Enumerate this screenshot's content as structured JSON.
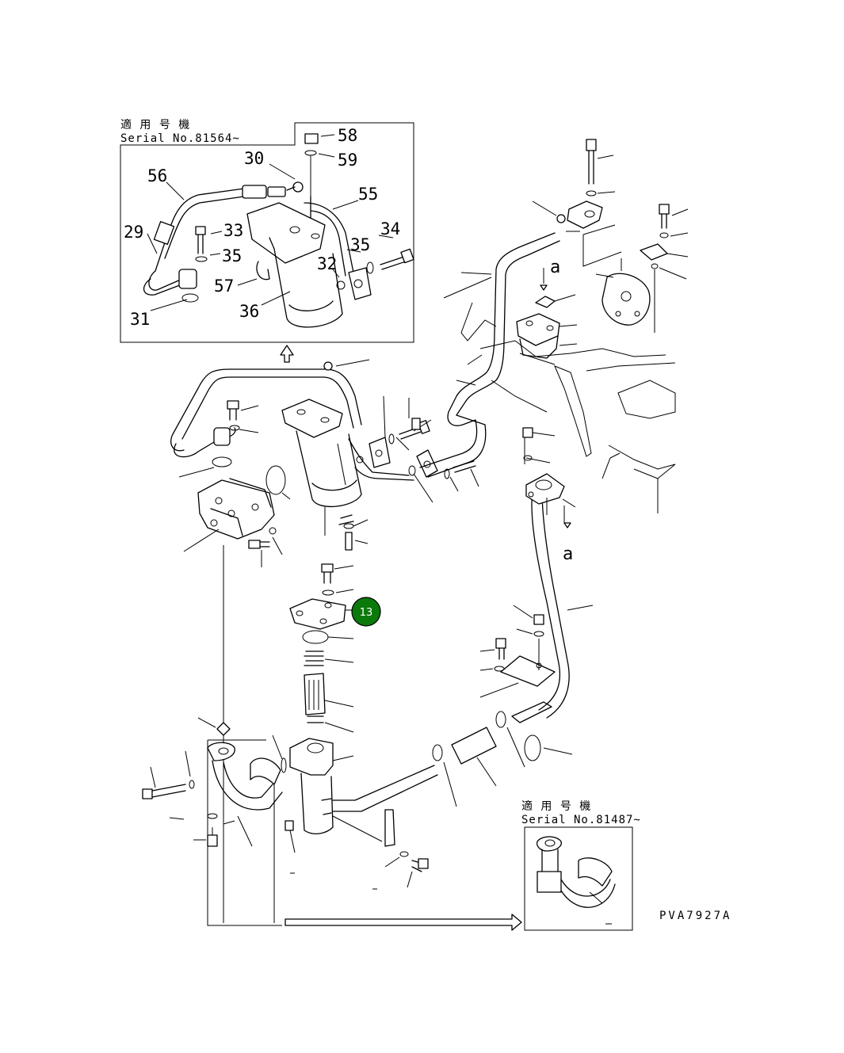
{
  "inset_top": {
    "header_jp": "適 用 号 機",
    "serial": "Serial No.81564~",
    "labels": [
      "58",
      "59",
      "30",
      "56",
      "55",
      "29",
      "33",
      "34",
      "35",
      "35",
      "32",
      "57",
      "36",
      "31"
    ]
  },
  "inset_bottom": {
    "header_jp": "適 用 号 機",
    "serial": "Serial No.81487~"
  },
  "main": {
    "view_a_upper": "a",
    "view_a_lower": "a",
    "callout": "13",
    "callout_color": "#0b7a0b"
  },
  "drawing_code": "PVA7927A"
}
